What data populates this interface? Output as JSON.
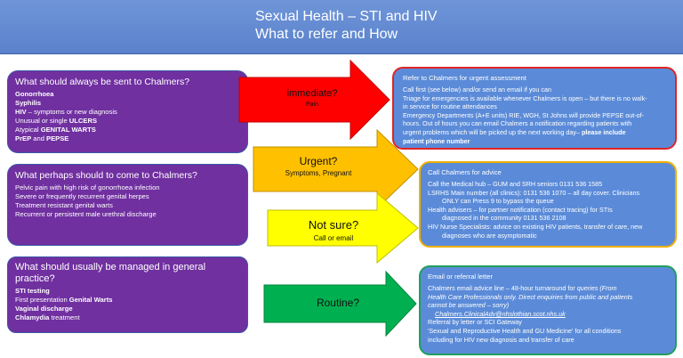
{
  "header": {
    "title_line1": "Sexual Health – STI and HIV",
    "title_line2": "What to refer and How"
  },
  "left_boxes": {
    "always": {
      "title": "What should always be sent to Chalmers?",
      "l1": "Gonorrhoea",
      "l2": "Syphilis",
      "l3a": "HIV",
      "l3b": " – symptoms or new diagnosis",
      "l4a": "Unusual or single ",
      "l4b": "ULCERS",
      "l5a": "Atypical ",
      "l5b": "GENITAL WARTS",
      "l6a": "PrEP",
      "l6b": " and ",
      "l6c": "PEPSE"
    },
    "perhaps": {
      "title": "What perhaps should to come to Chalmers?",
      "l1": "Pelvic pain with high risk of gonorrhoea infection",
      "l2": "Severe or frequently recurrent genital herpes",
      "l3": "Treatment resistant genital warts",
      "l4": "Recurrent or persistent male urethral discharge"
    },
    "usually": {
      "title": "What should usually be managed in general practice?",
      "l1": "STI testing",
      "l2a": "First presentation ",
      "l2b": "Genital Warts",
      "l3": "Vaginal discharge",
      "l4a": "Chlamydia",
      "l4b": " treatment"
    }
  },
  "arrows": {
    "immediate": {
      "label": "immediate?",
      "sub": "Pain",
      "color": "#ff0000"
    },
    "urgent": {
      "label": "Urgent?",
      "sub": "Symptoms, Pregnant",
      "color": "#ffc000"
    },
    "notsure": {
      "label": "Not sure?",
      "sub": "Call or email",
      "color": "#ffff00"
    },
    "routine": {
      "label": "Routine?",
      "color": "#00b050"
    }
  },
  "right_boxes": {
    "urgent": {
      "title": "Refer to  Chalmers for urgent assessment",
      "l1": "Call first (see below)  and/or send an email if you can",
      "l2": "Triage for emergencies is available whenever Chalmers is open – but there is no walk-",
      "l3": "in service for routine attendances",
      "l4": "Emergency Departments  (A+E units)  RIE, WGH, St Johns will provide PEPSE out-of-",
      "l5": "hours. Out of hours you can email Chalmers a notification regarding patients with",
      "l6a": "urgent problems which will be picked up the next working day– ",
      "l6b": "please include",
      "l7": "patient phone number"
    },
    "advice": {
      "title": "Call Chalmers for advice",
      "l1": "Call the Medical hub – GUM and SRH seniors 0131 536 1585",
      "l2": "LSRHS Main number (all clinics):  0131 536 1070 – all day cover. Clinicians",
      "l3": "ONLY can Press 9 to bypass  the queue",
      "l4": "Health advisers – for partner notification (contact tracing) for STIs",
      "l5": "diagnosed in the community 0131 536 2108",
      "l6": "HIV Nurse Specialists: advice on existing HIV patients, transfer of care, new",
      "l7": "diagnoses who are asymptomatic"
    },
    "email": {
      "title": "Email or referral letter",
      "l1a": "Chalmers email advice line – 48-hour turnaround for ",
      "l1b": "queries (From",
      "l2": "Health Care Professionals only. Direct enquiries from public and patients",
      "l3": "cannot be answered – sorry)",
      "l4": "Chalmers.ClinicalAdv@nhslothian.scot.nhs.uk",
      "l5": "Referral by letter or SCI Gateway",
      "l6": "'Sexual and Reproductive Health and GU Medicine' for all conditions",
      "l7": "including for HIV new diagnosis and transfer of care"
    }
  }
}
